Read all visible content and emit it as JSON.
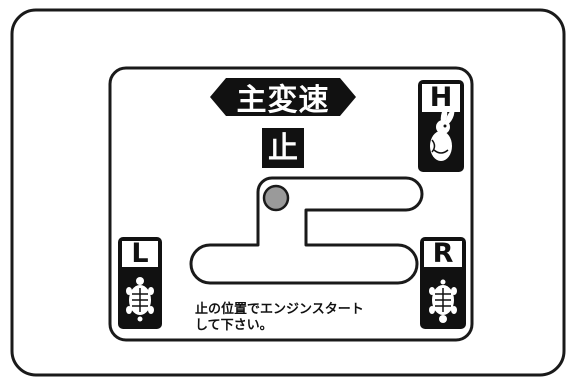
{
  "panel": {
    "title": "主変速",
    "stop_label": "止",
    "gears": {
      "high": "H",
      "low": "L",
      "reverse": "R"
    },
    "instruction": {
      "line1": "止の位置でエンジンスタート",
      "line2": "して下さい。"
    }
  }
}
